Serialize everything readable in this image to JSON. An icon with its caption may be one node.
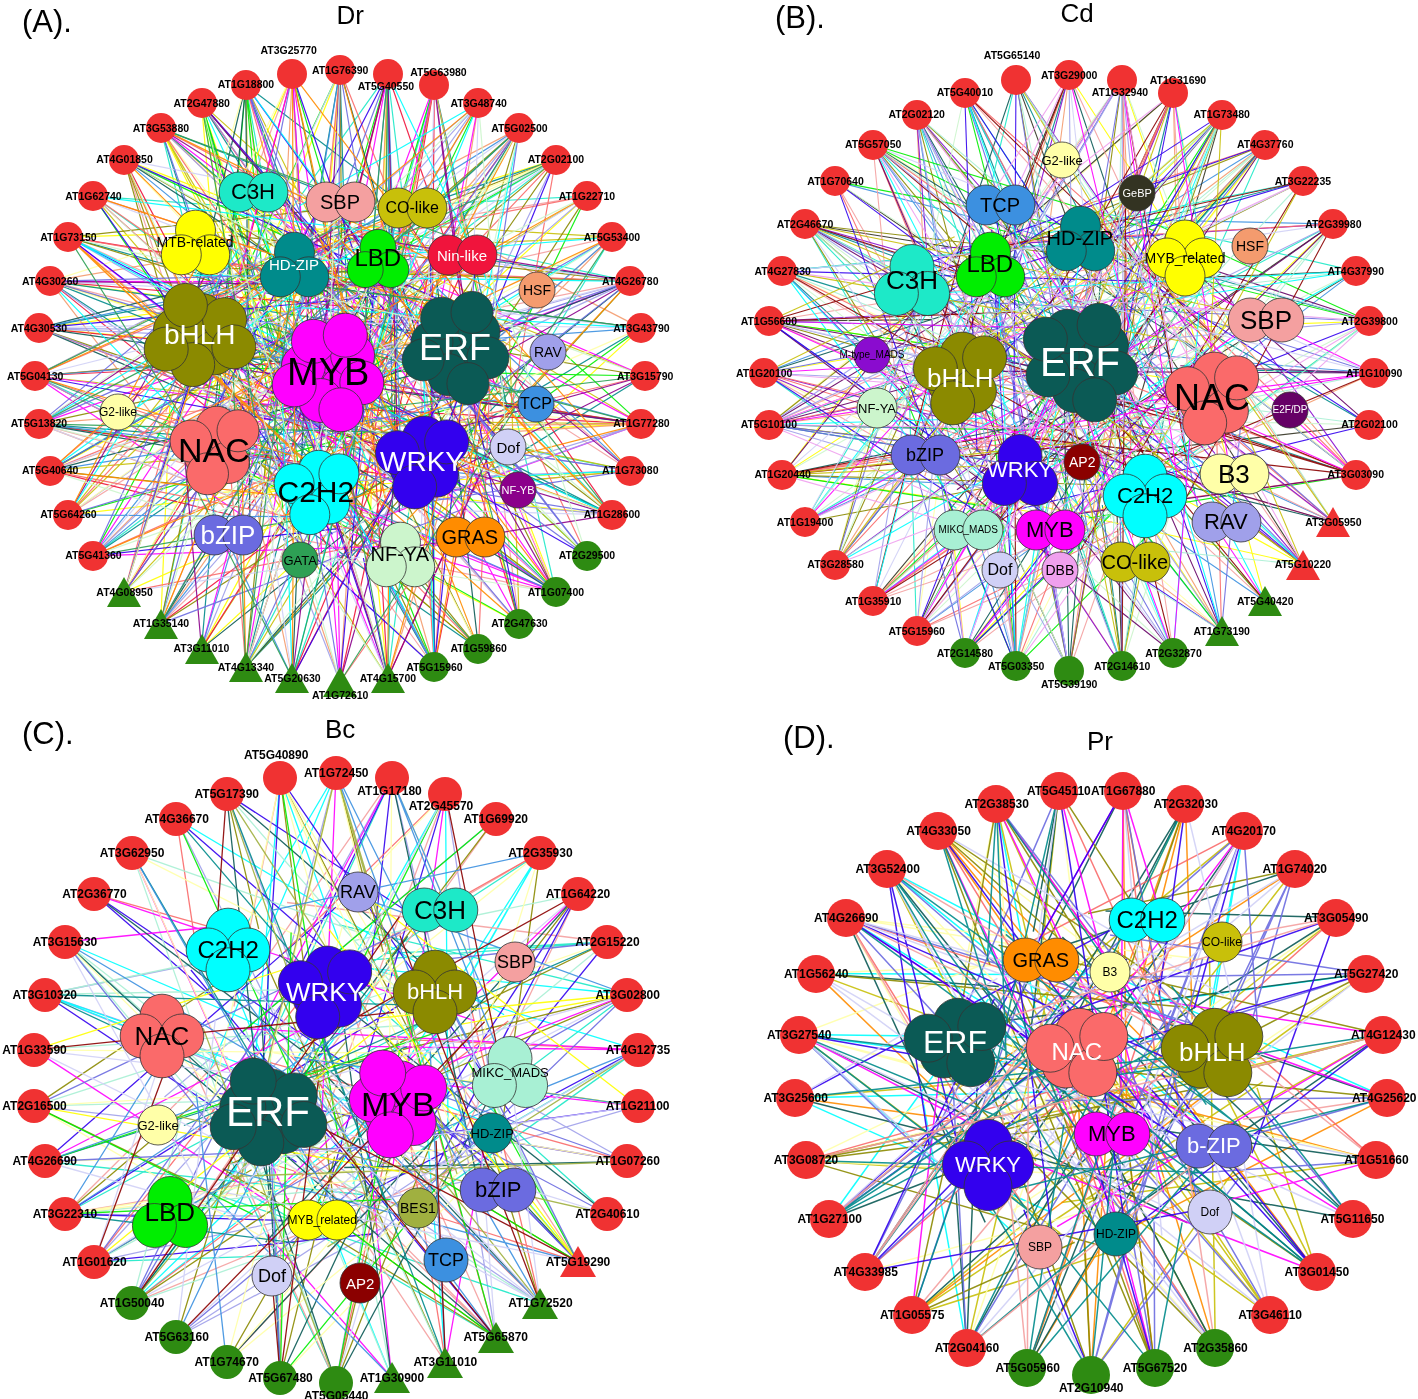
{
  "diagram": {
    "nodes": [
      {
        "text": [
          "C3H"
        ]
      },
      {
        "text": [
          "SBP"
        ]
      },
      {
        "text": [
          "CO-like"
        ]
      },
      {
        "text": [
          "MTB-related"
        ]
      },
      {
        "text": [
          "HD-ZIP"
        ]
      },
      {
        "text": [
          "LBD"
        ]
      },
      {
        "text": [
          "Nin-like"
        ]
      },
      {
        "text": [
          "HSF"
        ]
      },
      {
        "text": [
          "bHLH"
        ]
      },
      {
        "text": [
          "MYB"
        ]
      },
      {
        "text": [
          "ERF"
        ]
      },
      {
        "text": [
          "RAV"
        ]
      },
      {
        "text": [
          "G2-like"
        ]
      },
      {
        "text": [
          "NAC"
        ]
      },
      {
        "text": [
          "TCP"
        ]
      },
      {
        "text": [
          "WRKY"
        ]
      },
      {
        "text": [
          "Dof"
        ]
      },
      {
        "text": [
          "NF-YB"
        ]
      },
      {
        "text": [
          "C2H2"
        ]
      },
      {
        "text": [
          "bZIP"
        ]
      },
      {
        "text": [
          "GRAS"
        ]
      },
      {
        "text": [
          "GATA"
        ]
      },
      {
        "text": [
          "NF-YA"
        ]
      },
      {
        "text": [
          "AT1G76390"
        ]
      },
      {
        "text": [
          "AT5G40550"
        ]
      },
      {
        "text": [
          "AT5G63980"
        ]
      },
      {
        "text": [
          "AT3G48740"
        ]
      },
      {
        "text": [
          "AT5G02500"
        ]
      },
      {
        "text": [
          "AT2G02100"
        ]
      },
      {
        "text": [
          "AT1G22710"
        ]
      },
      {
        "text": [
          "AT5G53400"
        ]
      },
      {
        "text": [
          "AT4G26780"
        ]
      },
      {
        "text": [
          "AT3G43790"
        ]
      },
      {
        "text": [
          "AT3G15790"
        ]
      },
      {
        "text": [
          "AT1G77280"
        ]
      },
      {
        "text": [
          "AT1G73080"
        ]
      },
      {
        "text": [
          "AT1G28600"
        ]
      },
      {
        "text": [
          "AT2G29500"
        ]
      },
      {
        "text": [
          "AT1G07400"
        ]
      },
      {
        "text": [
          "AT2G47630"
        ]
      },
      {
        "text": [
          "AT1G59860"
        ]
      },
      {
        "text": [
          "AT5G15960"
        ]
      },
      {
        "text": [
          "AT4G15700"
        ]
      },
      {
        "text": [
          "AT1G72610"
        ]
      },
      {
        "text": [
          "AT5G20630"
        ]
      },
      {
        "text": [
          "AT4G13340"
        ]
      },
      {
        "text": [
          "AT3G11010"
        ]
      },
      {
        "text": [
          "AT1G35140"
        ]
      },
      {
        "text": [
          "AT4G08950"
        ]
      },
      {
        "text": [
          "AT5G41360"
        ]
      },
      {
        "text": [
          "AT5G64260"
        ]
      },
      {
        "text": [
          "AT5G40640"
        ]
      },
      {
        "text": [
          "AT5G13820"
        ]
      },
      {
        "text": [
          "AT5G04130"
        ]
      },
      {
        "text": [
          "AT4G30530"
        ]
      },
      {
        "text": [
          "AT4G30260"
        ]
      },
      {
        "text": [
          "AT1G73150"
        ]
      },
      {
        "text": [
          "AT1G62740"
        ]
      },
      {
        "text": [
          "AT4G01850"
        ]
      },
      {
        "text": [
          "AT3G53880"
        ]
      },
      {
        "text": [
          "AT2G47880"
        ]
      },
      {
        "text": [
          "AT1G18800"
        ]
      },
      {
        "text": [
          "AT3G25770"
        ]
      },
      {
        "text": [
          "G2-like"
        ]
      },
      {
        "text": [
          "TCP"
        ]
      },
      {
        "text": [
          "GeBP"
        ]
      },
      {
        "text": [
          "HD-ZIP"
        ]
      },
      {
        "text": [
          "MYB_related"
        ]
      },
      {
        "text": [
          "HSF"
        ]
      },
      {
        "text": [
          "C3H"
        ]
      },
      {
        "text": [
          "LBD"
        ]
      },
      {
        "text": [
          "SBP"
        ]
      },
      {
        "text": [
          "M-type_MADS"
        ]
      },
      {
        "text": [
          "bHLH"
        ]
      },
      {
        "text": [
          "ERF"
        ]
      },
      {
        "text": [
          "NAC"
        ]
      },
      {
        "text": [
          "NF-YA"
        ]
      },
      {
        "text": [
          "E2F/DP"
        ]
      },
      {
        "text": [
          "bZIP"
        ]
      },
      {
        "text": [
          "WRKY"
        ]
      },
      {
        "text": [
          "AP2"
        ]
      },
      {
        "text": [
          "C2H2"
        ]
      },
      {
        "text": [
          "B3"
        ]
      },
      {
        "text": [
          "MIKC_MADS"
        ]
      },
      {
        "text": [
          "MYB"
        ]
      },
      {
        "text": [
          "RAV"
        ]
      },
      {
        "text": [
          "CO-like"
        ]
      },
      {
        "text": [
          "Dof"
        ]
      },
      {
        "text": [
          "DBB"
        ]
      },
      {
        "text": [
          "AT3G29000"
        ]
      },
      {
        "text": [
          "AT1G32940"
        ]
      },
      {
        "text": [
          "AT1G31690"
        ]
      },
      {
        "text": [
          "AT1G73480"
        ]
      },
      {
        "text": [
          "AT4G37760"
        ]
      },
      {
        "text": [
          "AT3G22235"
        ]
      },
      {
        "text": [
          "AT2G39980"
        ]
      },
      {
        "text": [
          "AT4G37990"
        ]
      },
      {
        "text": [
          "AT2G39800"
        ]
      },
      {
        "text": [
          "AT1G10090"
        ]
      },
      {
        "text": [
          "AT2G02100"
        ]
      },
      {
        "text": [
          "AT3G03090"
        ]
      },
      {
        "text": [
          "AT3G05950"
        ]
      },
      {
        "text": [
          "AT5G10220"
        ]
      },
      {
        "text": [
          "AT5G40420"
        ]
      },
      {
        "text": [
          "AT1G73190"
        ]
      },
      {
        "text": [
          "AT2G32870"
        ]
      },
      {
        "text": [
          "AT2G14610"
        ]
      },
      {
        "text": [
          "AT5G39190"
        ]
      },
      {
        "text": [
          "AT5G03350"
        ]
      },
      {
        "text": [
          "AT2G14580"
        ]
      },
      {
        "text": [
          "AT5G15960"
        ]
      },
      {
        "text": [
          "AT1G35910"
        ]
      },
      {
        "text": [
          "AT3G28580"
        ]
      },
      {
        "text": [
          "AT1G19400"
        ]
      },
      {
        "text": [
          "AT1G20440"
        ]
      },
      {
        "text": [
          "AT5G10100"
        ]
      },
      {
        "text": [
          "AT1G20100"
        ]
      },
      {
        "text": [
          "AT1G56600"
        ]
      },
      {
        "text": [
          "AT4G27830"
        ]
      },
      {
        "text": [
          "AT2G46670"
        ]
      },
      {
        "text": [
          "AT1G70640"
        ]
      },
      {
        "text": [
          "AT5G57050"
        ]
      },
      {
        "text": [
          "AT2G02120"
        ]
      },
      {
        "text": [
          "AT5G40010"
        ]
      },
      {
        "text": [
          "AT5G65140"
        ]
      },
      {
        "text": [
          "RAV"
        ]
      },
      {
        "text": [
          "C3H"
        ]
      },
      {
        "text": [
          "C2H2"
        ]
      },
      {
        "text": [
          "SBP"
        ]
      },
      {
        "text": [
          "WRKY"
        ]
      },
      {
        "text": [
          "bHLH"
        ]
      },
      {
        "text": [
          "NAC"
        ]
      },
      {
        "text": [
          "MIKC_MADS"
        ]
      },
      {
        "text": [
          "MYB"
        ]
      },
      {
        "text": [
          "ERF"
        ]
      },
      {
        "text": [
          "G2-like"
        ]
      },
      {
        "text": [
          "HD-ZIP"
        ]
      },
      {
        "text": [
          "LBD"
        ]
      },
      {
        "text": [
          "bZIP"
        ]
      },
      {
        "text": [
          "BES1"
        ]
      },
      {
        "text": [
          "MYB_related"
        ]
      },
      {
        "text": [
          "TCP"
        ]
      },
      {
        "text": [
          "Dof"
        ]
      },
      {
        "text": [
          "AP2"
        ]
      },
      {
        "text": [
          "AT1G72450"
        ]
      },
      {
        "text": [
          "AT1G17180"
        ]
      },
      {
        "text": [
          "AT2G45570"
        ]
      },
      {
        "text": [
          "AT1G69920"
        ]
      },
      {
        "text": [
          "AT2G35930"
        ]
      },
      {
        "text": [
          "AT1G64220"
        ]
      },
      {
        "text": [
          "AT2G15220"
        ]
      },
      {
        "text": [
          "AT3G02800"
        ]
      },
      {
        "text": [
          "AT4G12735"
        ]
      },
      {
        "text": [
          "AT1G21100"
        ]
      },
      {
        "text": [
          "AT1G07260"
        ]
      },
      {
        "text": [
          "AT2G40610"
        ]
      },
      {
        "text": [
          "AT5G19290"
        ]
      },
      {
        "text": [
          "AT1G72520"
        ]
      },
      {
        "text": [
          "AT5G65870"
        ]
      },
      {
        "text": [
          "AT3G11010"
        ]
      },
      {
        "text": [
          "AT1G30900"
        ]
      },
      {
        "text": [
          "AT5G05440"
        ]
      },
      {
        "text": [
          "AT5G67480"
        ]
      },
      {
        "text": [
          "AT1G74670"
        ]
      },
      {
        "text": [
          "AT5G63160"
        ]
      },
      {
        "text": [
          "AT1G50040"
        ]
      },
      {
        "text": [
          "AT1G01620"
        ]
      },
      {
        "text": [
          "AT3G22310"
        ]
      },
      {
        "text": [
          "AT4G26690"
        ]
      },
      {
        "text": [
          "AT2G16500"
        ]
      },
      {
        "text": [
          "AT1G33590"
        ]
      },
      {
        "text": [
          "AT3G10320"
        ]
      },
      {
        "text": [
          "AT3G15630"
        ]
      },
      {
        "text": [
          "AT2G36770"
        ]
      },
      {
        "text": [
          "AT3G62950"
        ]
      },
      {
        "text": [
          "AT4G36670"
        ]
      },
      {
        "text": [
          "AT5G17390"
        ]
      },
      {
        "text": [
          "AT5G40890"
        ]
      },
      {
        "text": [
          "C2H2"
        ]
      },
      {
        "text": [
          "CO-like"
        ]
      },
      {
        "text": [
          "GRAS"
        ]
      },
      {
        "text": [
          "B3"
        ]
      },
      {
        "text": [
          "ERF"
        ]
      },
      {
        "text": [
          "NAC"
        ]
      },
      {
        "text": [
          "bHLH"
        ]
      },
      {
        "text": [
          "MYB"
        ]
      },
      {
        "text": [
          "b-ZIP"
        ]
      },
      {
        "text": [
          "WRKY"
        ]
      },
      {
        "text": [
          "Dof"
        ]
      },
      {
        "text": [
          "HD-ZIP"
        ]
      },
      {
        "text": [
          "SBP"
        ]
      },
      {
        "text": [
          "AT1G67880"
        ]
      },
      {
        "text": [
          "AT2G32030"
        ]
      },
      {
        "text": [
          "AT4G20170"
        ]
      },
      {
        "text": [
          "AT1G74020"
        ]
      },
      {
        "text": [
          "AT3G05490"
        ]
      },
      {
        "text": [
          "AT5G27420"
        ]
      },
      {
        "text": [
          "AT4G12430"
        ]
      },
      {
        "text": [
          "AT4G25620"
        ]
      },
      {
        "text": [
          "AT1G51660"
        ]
      },
      {
        "text": [
          "AT5G11650"
        ]
      },
      {
        "text": [
          "AT3G01450"
        ]
      },
      {
        "text": [
          "AT3G46110"
        ]
      },
      {
        "text": [
          "AT2G35860"
        ]
      },
      {
        "text": [
          "AT5G67520"
        ]
      },
      {
        "text": [
          "AT2G10940"
        ]
      },
      {
        "text": [
          "AT5G05960"
        ]
      },
      {
        "text": [
          "AT2G04160"
        ]
      },
      {
        "text": [
          "AT1G05575"
        ]
      },
      {
        "text": [
          "AT4G33985"
        ]
      },
      {
        "text": [
          "AT1G27100"
        ]
      },
      {
        "text": [
          "AT3G08720"
        ]
      },
      {
        "text": [
          "AT3G25600"
        ]
      },
      {
        "text": [
          "AT3G27540"
        ]
      },
      {
        "text": [
          "AT1G56240"
        ]
      },
      {
        "text": [
          "AT4G26690"
        ]
      },
      {
        "text": [
          "AT3G52400"
        ]
      },
      {
        "text": [
          "AT4G33050"
        ]
      },
      {
        "text": [
          "AT2G38530"
        ]
      },
      {
        "text": [
          "AT5G45110"
        ]
      }
    ],
    "labels": [
      "(A).",
      "Dr",
      "(B).",
      "Cd",
      "(C).",
      "Bc",
      "(D).",
      "Pr"
    ]
  }
}
